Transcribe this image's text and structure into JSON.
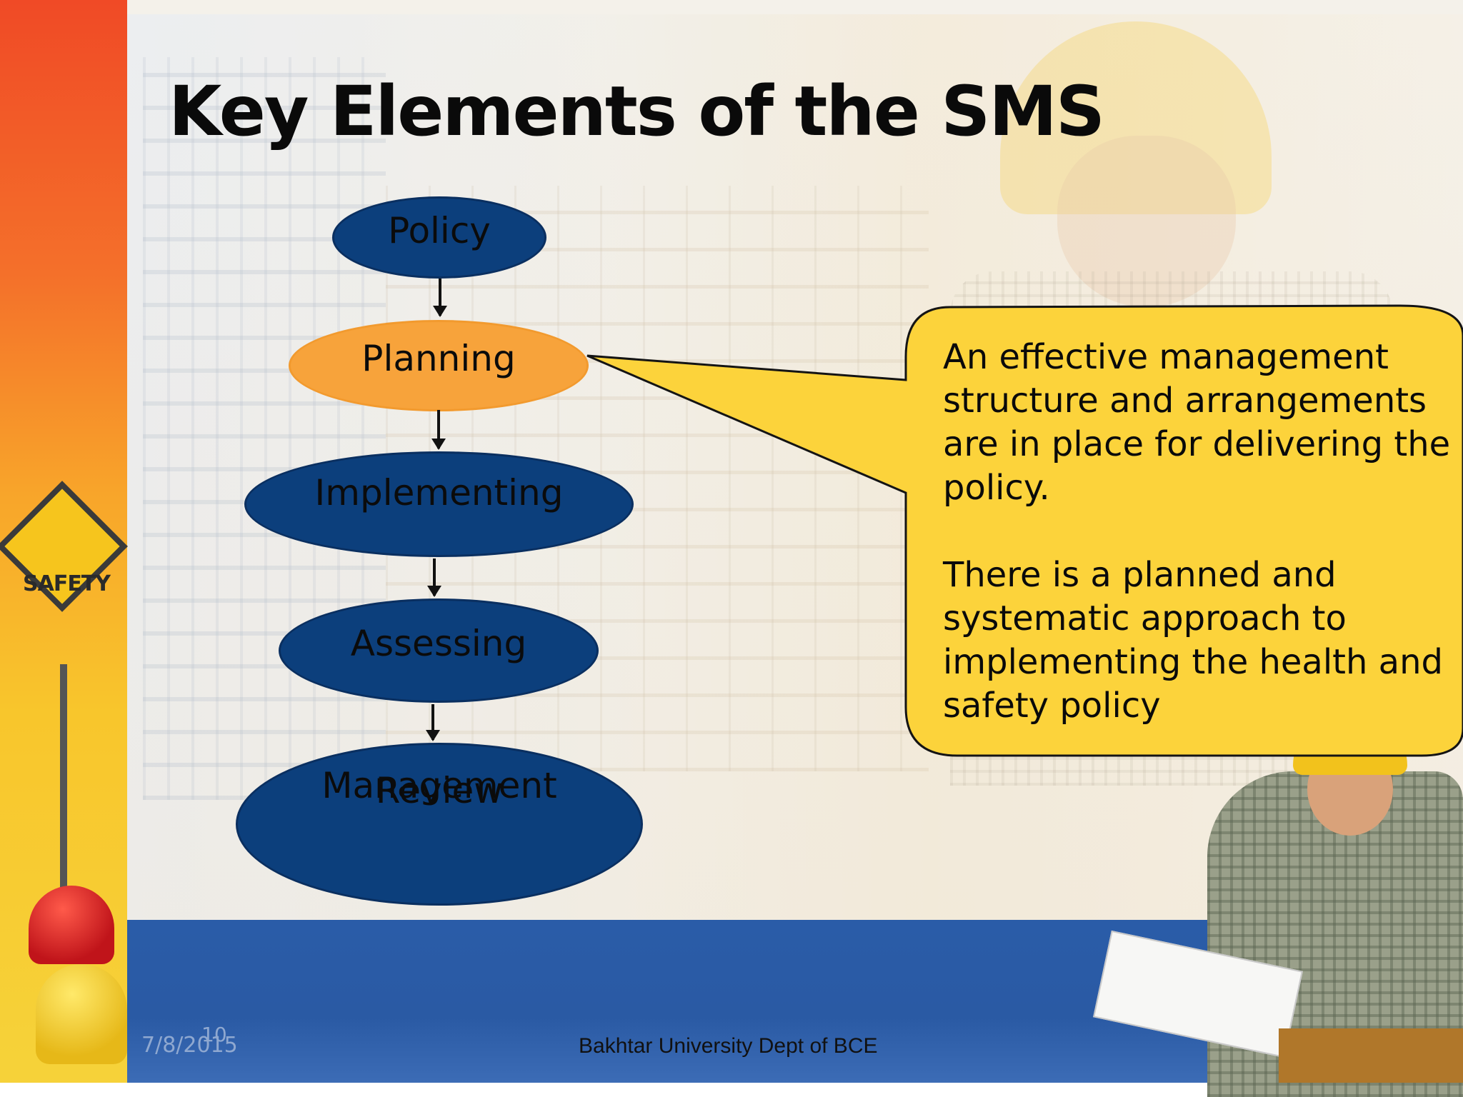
{
  "slide": {
    "title": "Key Elements of the SMS",
    "sign_text": "SAFETY"
  },
  "flow": {
    "steps": [
      {
        "label": "Policy",
        "highlighted": false
      },
      {
        "label": "Planning",
        "highlighted": true
      },
      {
        "label": "Implementing",
        "highlighted": false
      },
      {
        "label": "Assessing",
        "highlighted": false
      },
      {
        "label": "Management Review",
        "highlighted": false
      }
    ],
    "review_line1": "Management",
    "review_line2": "Review"
  },
  "callout": {
    "paragraph1": "An effective management structure and arrangements are in place for delivering the policy.",
    "paragraph2": "There is a planned and systematic approach to implementing the health and safety policy"
  },
  "footer": {
    "date": "7/8/2015",
    "page_number": "10",
    "center_text": "Bakhtar University Dept of BCE"
  },
  "colors": {
    "node_blue": "#0c3f7c",
    "node_highlight": "#f7a33b",
    "callout_fill": "#fcd33b",
    "band_blue": "#2a5ca8"
  }
}
